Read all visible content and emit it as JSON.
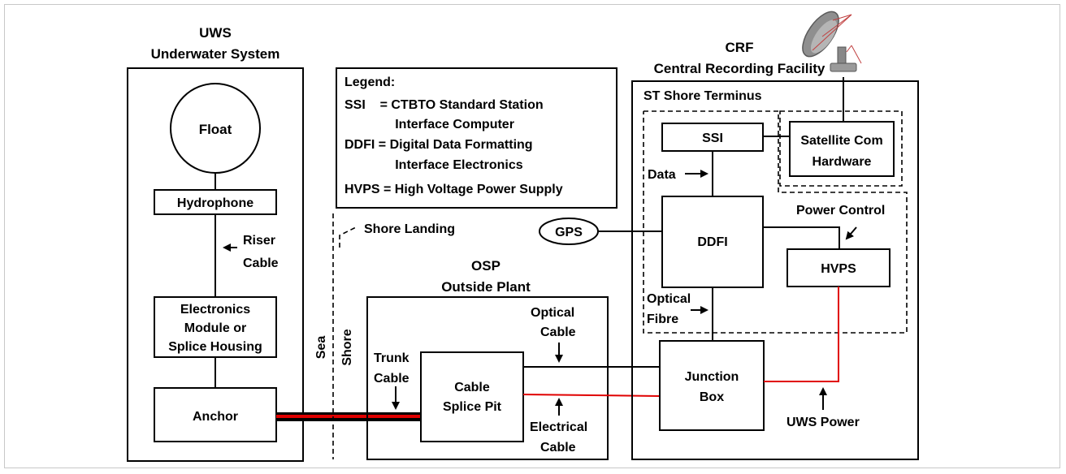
{
  "uws": {
    "title": "UWS",
    "subtitle": "Underwater System"
  },
  "float": "Float",
  "hydrophone": "Hydrophone",
  "riser_cable": [
    "Riser",
    "Cable"
  ],
  "electronics": [
    "Electronics",
    "Module or",
    "Splice Housing"
  ],
  "anchor": "Anchor",
  "sea": "Sea",
  "shore": "Shore",
  "shore_landing": "Shore Landing",
  "legend": {
    "title": "Legend:",
    "lines": [
      "SSI    = CTBTO Standard Station",
      "              Interface Computer",
      "DDFI = Digital Data Formatting",
      "              Interface Electronics",
      "HVPS = High Voltage Power Supply"
    ]
  },
  "osp": {
    "title": "OSP",
    "subtitle": "Outside Plant"
  },
  "trunk_cable": [
    "Trunk",
    "Cable"
  ],
  "splice_pit": [
    "Cable",
    "Splice Pit"
  ],
  "optical_cable": [
    "Optical",
    "Cable"
  ],
  "electrical_cable": [
    "Electrical",
    "Cable"
  ],
  "crf": {
    "title": "CRF",
    "subtitle": "Central Recording Facility"
  },
  "st_shore_terminus": "ST Shore Terminus",
  "ssi": "SSI",
  "satellite": [
    "Satellite Com",
    "Hardware"
  ],
  "data_label": "Data",
  "gps": "GPS",
  "ddfi": "DDFI",
  "power_control": "Power Control",
  "hvps": "HVPS",
  "optical_fibre": [
    "Optical",
    "Fibre"
  ],
  "junction_box": [
    "Junction",
    "Box"
  ],
  "uws_power": "UWS Power",
  "colors": {
    "power_line": "#e00000",
    "line": "#000000"
  },
  "icons": {
    "satellite": "satellite-dish-icon"
  }
}
